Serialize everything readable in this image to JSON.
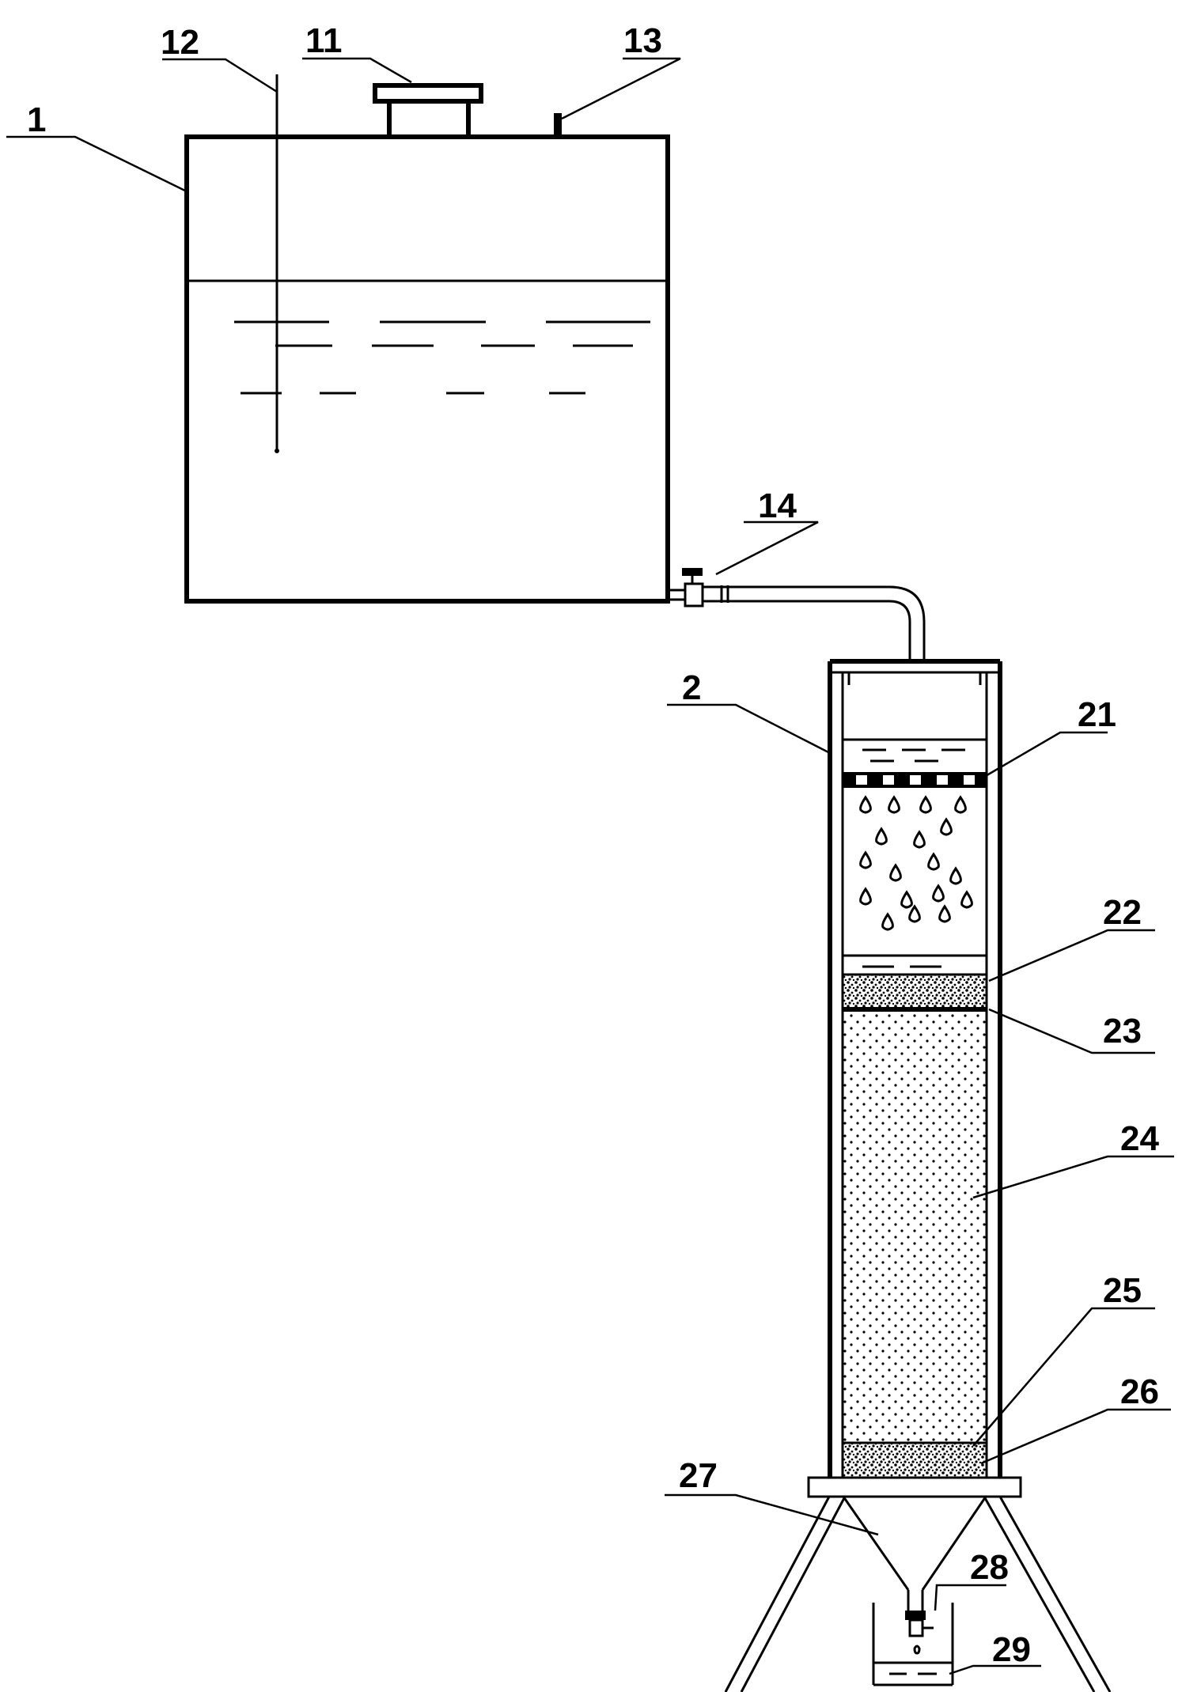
{
  "labels": {
    "l1": "1",
    "l2": "2",
    "l11": "11",
    "l12": "12",
    "l13": "13",
    "l14": "14",
    "l21": "21",
    "l22": "22",
    "l23": "23",
    "l24": "24",
    "l25": "25",
    "l26": "26",
    "l27": "27",
    "l28": "28",
    "l29": "29"
  },
  "colors": {
    "line": "#000000",
    "background": "#ffffff"
  }
}
